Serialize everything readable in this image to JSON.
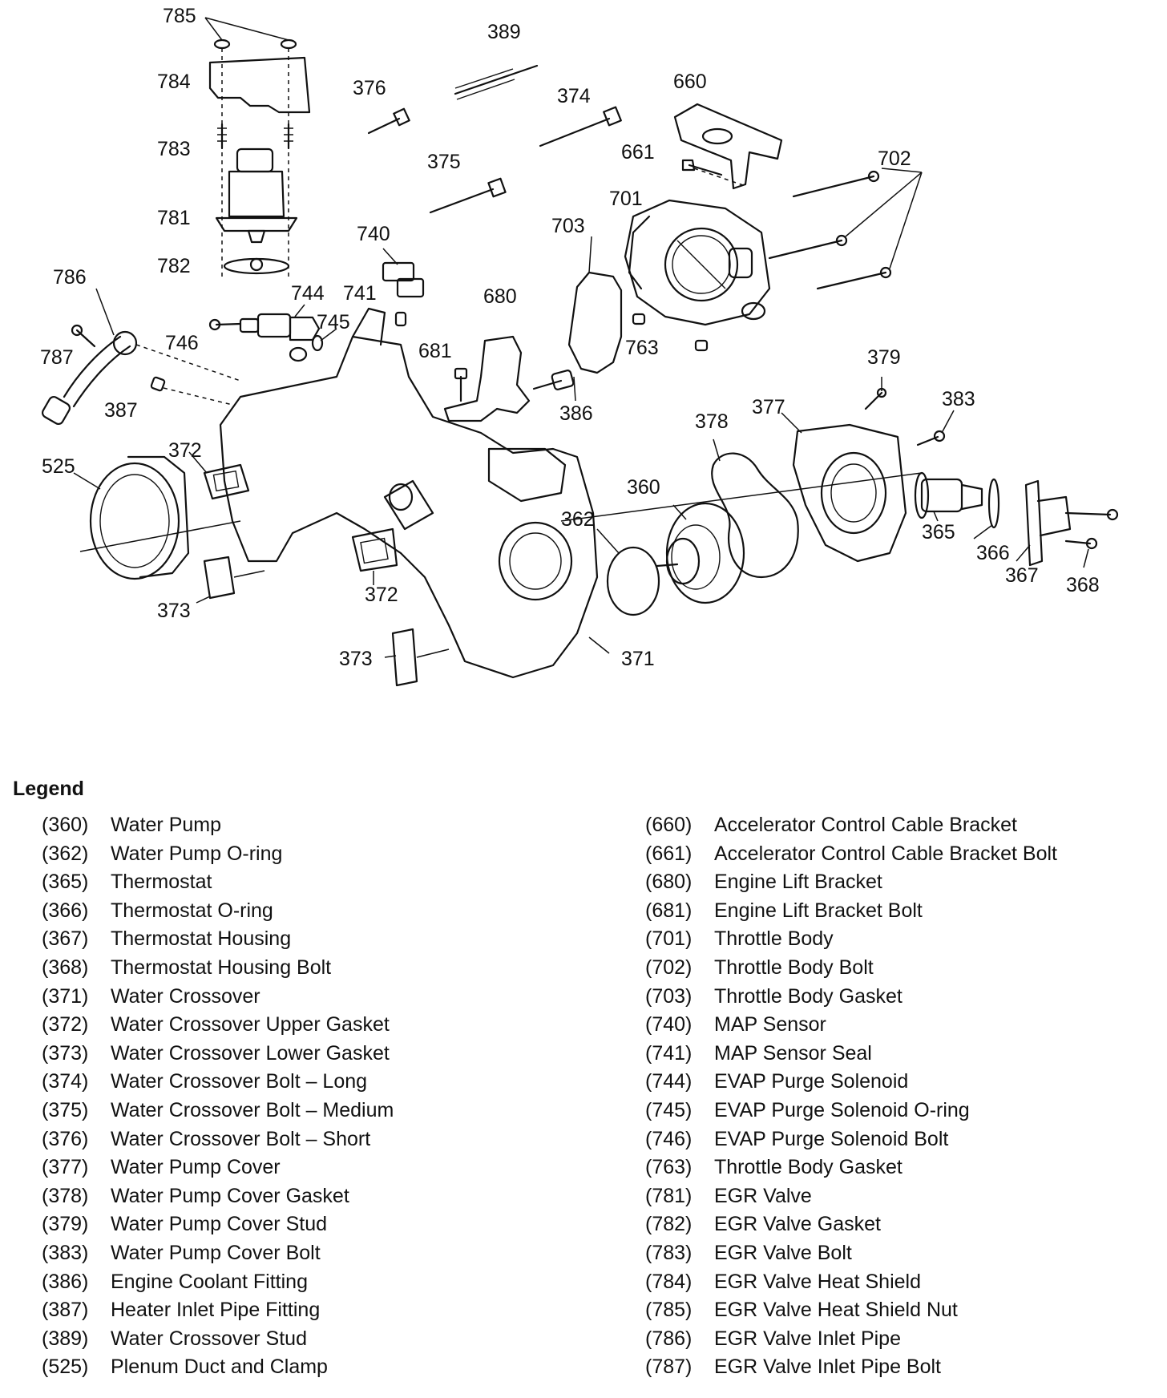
{
  "diagram": {
    "callouts": [
      "785",
      "784",
      "783",
      "781",
      "782",
      "389",
      "376",
      "374",
      "375",
      "660",
      "661",
      "702",
      "701",
      "703",
      "740",
      "744",
      "741",
      "745",
      "786",
      "787",
      "746",
      "387",
      "680",
      "681",
      "386",
      "763",
      "379",
      "383",
      "377",
      "378",
      "372",
      "525",
      "360",
      "362",
      "365",
      "366",
      "367",
      "368",
      "373",
      "371"
    ]
  },
  "legend": {
    "title": "Legend",
    "left": [
      {
        "num": "(360)",
        "name": "Water Pump"
      },
      {
        "num": "(362)",
        "name": "Water Pump O-ring"
      },
      {
        "num": "(365)",
        "name": "Thermostat"
      },
      {
        "num": "(366)",
        "name": "Thermostat O-ring"
      },
      {
        "num": "(367)",
        "name": "Thermostat Housing"
      },
      {
        "num": "(368)",
        "name": "Thermostat Housing Bolt"
      },
      {
        "num": "(371)",
        "name": "Water Crossover"
      },
      {
        "num": "(372)",
        "name": "Water Crossover Upper Gasket"
      },
      {
        "num": "(373)",
        "name": "Water Crossover Lower Gasket"
      },
      {
        "num": "(374)",
        "name": "Water Crossover Bolt – Long"
      },
      {
        "num": "(375)",
        "name": "Water Crossover Bolt – Medium"
      },
      {
        "num": "(376)",
        "name": "Water Crossover Bolt – Short"
      },
      {
        "num": "(377)",
        "name": "Water Pump Cover"
      },
      {
        "num": "(378)",
        "name": "Water Pump Cover Gasket"
      },
      {
        "num": "(379)",
        "name": "Water Pump Cover Stud"
      },
      {
        "num": "(383)",
        "name": "Water Pump Cover Bolt"
      },
      {
        "num": "(386)",
        "name": "Engine Coolant Fitting"
      },
      {
        "num": "(387)",
        "name": "Heater Inlet Pipe Fitting"
      },
      {
        "num": "(389)",
        "name": "Water Crossover Stud"
      },
      {
        "num": "(525)",
        "name": "Plenum Duct and Clamp"
      }
    ],
    "right": [
      {
        "num": "(660)",
        "name": "Accelerator Control Cable Bracket"
      },
      {
        "num": "(661)",
        "name": "Accelerator Control Cable Bracket Bolt"
      },
      {
        "num": "(680)",
        "name": "Engine Lift Bracket"
      },
      {
        "num": "(681)",
        "name": "Engine Lift Bracket Bolt"
      },
      {
        "num": "(701)",
        "name": "Throttle Body"
      },
      {
        "num": "(702)",
        "name": "Throttle Body Bolt"
      },
      {
        "num": "(703)",
        "name": "Throttle Body Gasket"
      },
      {
        "num": "(740)",
        "name": "MAP Sensor"
      },
      {
        "num": "(741)",
        "name": "MAP Sensor Seal"
      },
      {
        "num": "(744)",
        "name": "EVAP Purge Solenoid"
      },
      {
        "num": "(745)",
        "name": "EVAP Purge Solenoid O-ring"
      },
      {
        "num": "(746)",
        "name": "EVAP Purge Solenoid Bolt"
      },
      {
        "num": "(763)",
        "name": "Throttle Body Gasket"
      },
      {
        "num": "(781)",
        "name": "EGR Valve"
      },
      {
        "num": "(782)",
        "name": "EGR Valve Gasket"
      },
      {
        "num": "(783)",
        "name": "EGR Valve Bolt"
      },
      {
        "num": "(784)",
        "name": "EGR Valve Heat Shield"
      },
      {
        "num": "(785)",
        "name": "EGR Valve Heat Shield Nut"
      },
      {
        "num": "(786)",
        "name": "EGR Valve Inlet Pipe"
      },
      {
        "num": "(787)",
        "name": "EGR Valve Inlet Pipe Bolt"
      }
    ]
  }
}
